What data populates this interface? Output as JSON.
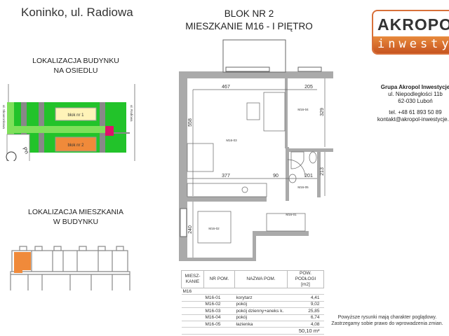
{
  "title": "Koninko, ul. Radiowa",
  "header": {
    "blok": "BLOK NR 2",
    "mieszkanie": "MIESZKANIE M16 - I PIĘTRO"
  },
  "logo": {
    "top": "AKROPOL",
    "bottom": "inwestycje",
    "colors": {
      "orange": "#d8703a"
    }
  },
  "contact": {
    "company": "Grupa Akropol Inwestycje",
    "street": "ul. Niepodległości 11b",
    "city": "62-030 Luboń",
    "phone": "tel. +48 61 893 50 89",
    "email": "kontakt@akropol-inwestycje.pl"
  },
  "site": {
    "heading1": "LOKALIZACJA BUDYNKU",
    "heading2": "NA OSIEDLU",
    "blok1": "blok nr 1",
    "blok2": "blok nr 2",
    "street_left": "ul. Skowronkowa",
    "street_right": "ul. Radiowa",
    "north": "Pn",
    "colors": {
      "green": "#22c32a",
      "light_green": "#7ee05a",
      "blok1": "#fff3b8",
      "blok2": "#f08a3a",
      "marker": "#e0106a"
    }
  },
  "building": {
    "heading1": "LOKALIZACJA MIESZKANIA",
    "heading2": "W BUDYNKU",
    "highlight": "#f08a3a"
  },
  "plan": {
    "dims": {
      "d467": "467",
      "d205": "205",
      "d558": "558",
      "d329": "329",
      "d377": "377",
      "d90": "90",
      "d201": "201",
      "d213": "213",
      "d240": "240"
    },
    "rooms": {
      "r01": "M16-01",
      "r02": "M16-02",
      "r03": "M16-03",
      "r04": "M16-04",
      "r05": "M16-05"
    }
  },
  "table": {
    "headers": [
      "MIESZ-\nKANIE",
      "NR POM.",
      "NAZWA POM.",
      "POW. PODŁOGI\n[m2]"
    ],
    "unit": "M16",
    "rows": [
      {
        "nr": "M16-01",
        "name": "korytarz",
        "area": "4,41"
      },
      {
        "nr": "M16-02",
        "name": "pokój",
        "area": "9,02"
      },
      {
        "nr": "M16-03",
        "name": "pokój dzienny+aneks k.",
        "area": "25,85"
      },
      {
        "nr": "M16-04",
        "name": "pokój",
        "area": "6,74"
      },
      {
        "nr": "M16-05",
        "name": "łazienka",
        "area": "4,08"
      }
    ],
    "total": "50,10 m²"
  },
  "note": {
    "line1": "Powyższe rysunki mają charakter poglądowy.",
    "line2": "Zastrzegamy sobie prawo do wprowadzenia zmian."
  }
}
